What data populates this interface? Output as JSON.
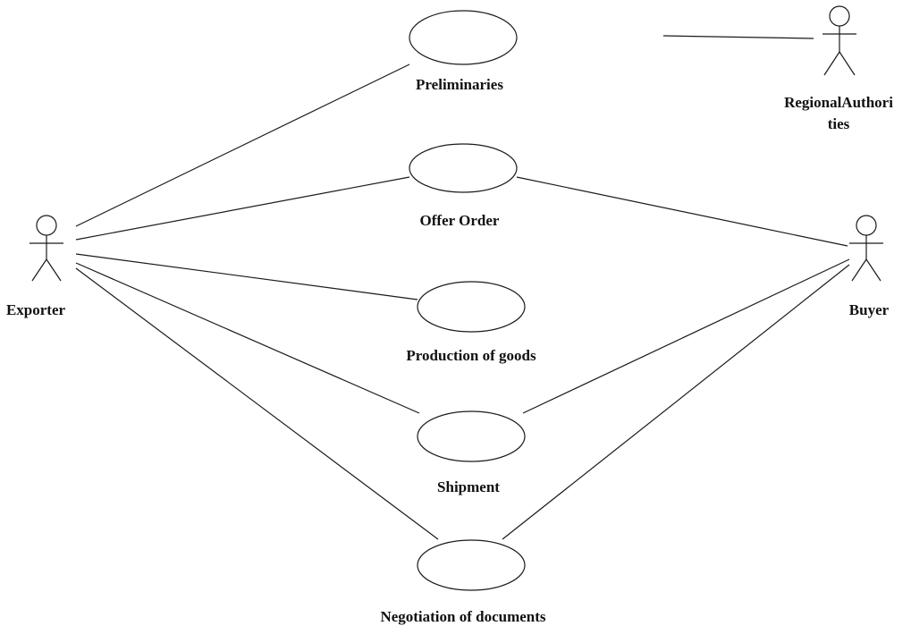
{
  "diagram": {
    "actors": {
      "exporter": "Exporter",
      "buyer": "Buyer",
      "regional_line1": "RegionalAuthori",
      "regional_line2": "ties"
    },
    "use_cases": {
      "preliminaries": "Preliminaries",
      "offer_order": "Offer Order",
      "production": "Production of goods",
      "shipment": "Shipment",
      "negotiation": "Negotiation of documents"
    }
  }
}
